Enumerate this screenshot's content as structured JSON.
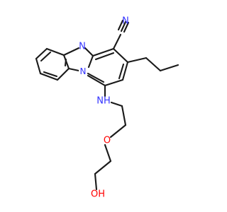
{
  "molecule": {
    "colors": {
      "bond": "#1a1a1a",
      "nitrogen": "#3333ff",
      "oxygen": "#ff0000",
      "carbon": "#1a1a1a"
    },
    "labels": {
      "nitrile_n": "N",
      "ring_n_top": "N",
      "ring_n_bridge": "N",
      "amine_nh": "NH",
      "ether_o": "O",
      "hydroxyl": "OH"
    }
  }
}
